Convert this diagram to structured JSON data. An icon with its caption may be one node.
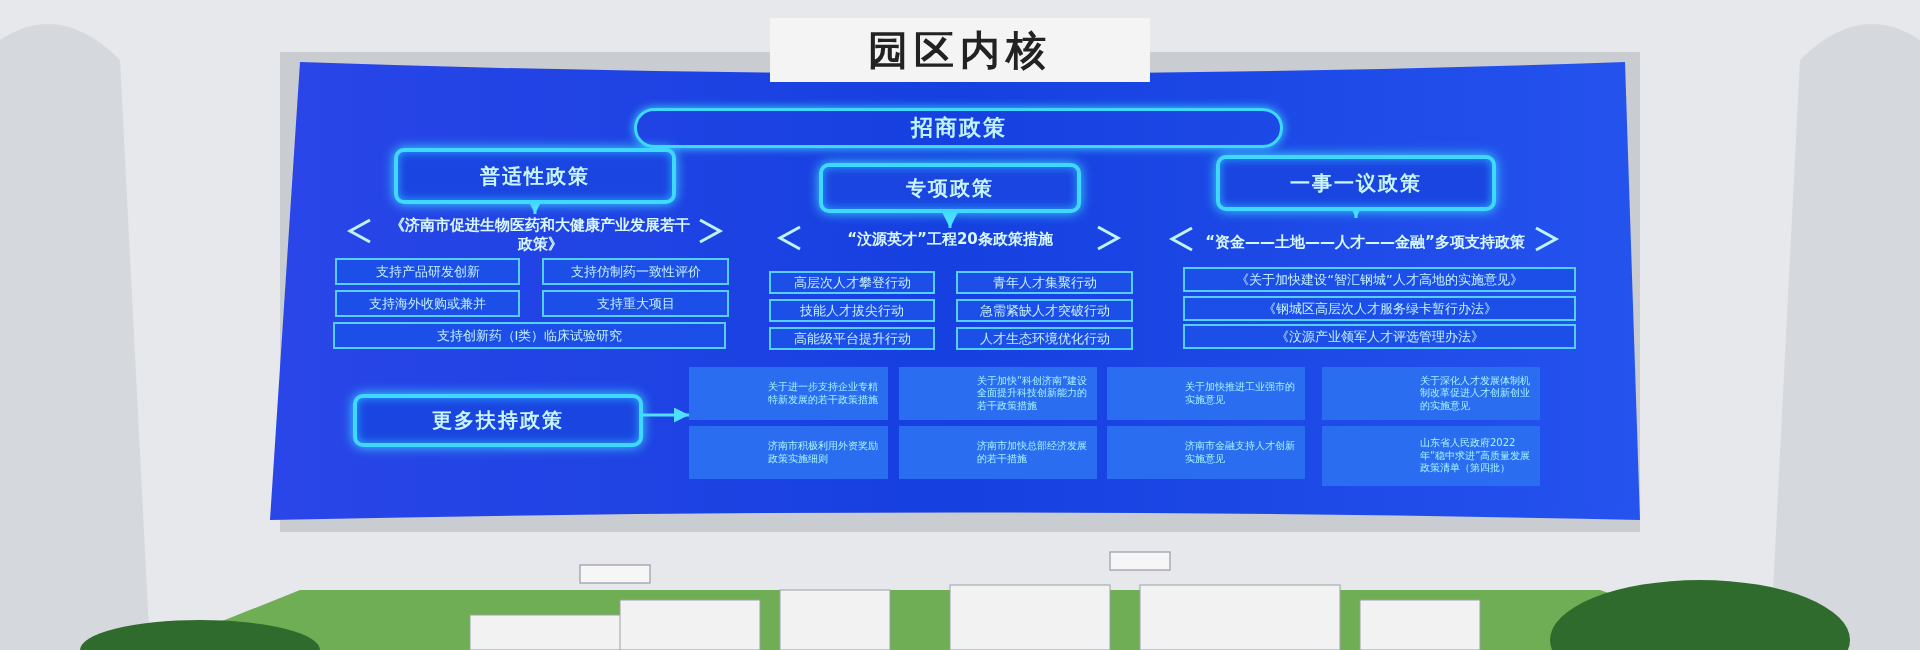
{
  "diagram": {
    "title": "园区内核",
    "nodes": [
      {
        "text": [
          "招商政策"
        ]
      },
      {
        "text": [
          "普适性政策"
        ]
      },
      {
        "text": [
          "专项政策"
        ]
      },
      {
        "text": [
          "一事一议政策"
        ]
      },
      {
        "text": [
          "《济南市促进生物医药和大健康产业发展若干政策》"
        ]
      },
      {
        "text": [
          "“汶源英才”工程20条政策措施"
        ]
      },
      {
        "text": [
          "“资金——土地——人才——金融”多项支持政策"
        ]
      },
      {
        "text": [
          "支持产品研发创新"
        ]
      },
      {
        "text": [
          "支持仿制药一致性评价"
        ]
      },
      {
        "text": [
          "支持海外收购或兼并"
        ]
      },
      {
        "text": [
          "支持重大项目"
        ]
      },
      {
        "text": [
          "支持创新药（I类）临床试验研究"
        ]
      },
      {
        "text": [
          "高层次人才攀登行动"
        ]
      },
      {
        "text": [
          "青年人才集聚行动"
        ]
      },
      {
        "text": [
          "技能人才拔尖行动"
        ]
      },
      {
        "text": [
          "急需紧缺人才突破行动"
        ]
      },
      {
        "text": [
          "高能级平台提升行动"
        ]
      },
      {
        "text": [
          "人才生态环境优化行动"
        ]
      },
      {
        "text": [
          "《关于加快建设“智汇钢城”人才高地的实施意见》"
        ]
      },
      {
        "text": [
          "《钢城区高层次人才服务绿卡暂行办法》"
        ]
      },
      {
        "text": [
          "《汶源产业领军人才评选管理办法》"
        ]
      },
      {
        "text": [
          "更多扶持政策"
        ]
      },
      {
        "text": [
          "关于进一步支持企业专精特新发展的若干政策措施"
        ]
      },
      {
        "text": [
          "关于加快“科创济南”建设全面提升科技创新能力的若干政策措施"
        ]
      },
      {
        "text": [
          "关于加快推进工业强市的实施意见"
        ]
      },
      {
        "text": [
          "关于深化人才发展体制机制改革促进人才创新创业的实施意见"
        ]
      },
      {
        "text": [
          "济南市积极利用外资奖励政策实施细则"
        ]
      },
      {
        "text": [
          "济南市加快总部经济发展的若干措施"
        ]
      },
      {
        "text": [
          "济南市金融支持人才创新实施意见"
        ]
      },
      {
        "text": [
          "山东省人民政府2022年“稳中求进”高质量发展政策清单（第四批）"
        ]
      }
    ],
    "edges": [
      {
        "from": 1,
        "to": 4,
        "arrow": "to"
      },
      {
        "from": 2,
        "to": 5,
        "arrow": "to"
      },
      {
        "from": 3,
        "to": 6,
        "arrow": "to"
      },
      {
        "from": 21,
        "to": 22,
        "arrow": "to"
      }
    ]
  }
}
